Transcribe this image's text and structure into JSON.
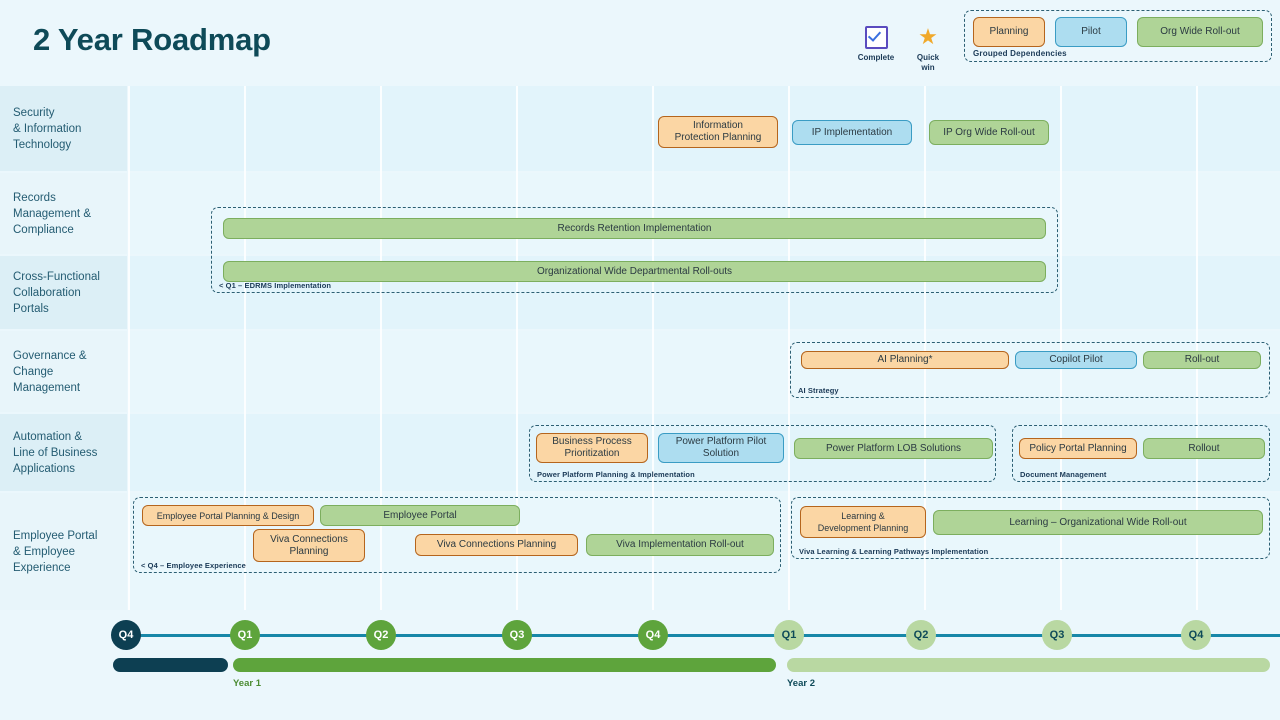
{
  "header": {
    "title": "2 Year Roadmap",
    "legend": {
      "complete_icon": "checkbox-checked-icon",
      "complete_label": "Complete",
      "quickwin_icon": "star-icon",
      "quickwin_label": "Quick\nwin",
      "quickwin_label_line1": "Quick",
      "quickwin_label_line2": "win",
      "group_note": "Grouped  Dependencies",
      "pills": [
        {
          "label": "Planning",
          "type": "plan"
        },
        {
          "label": "Pilot",
          "type": "pilot"
        },
        {
          "label": "Org Wide Roll-out",
          "type": "roll"
        }
      ]
    }
  },
  "colors": {
    "page_bg": "#EBF7FC",
    "lane_bg": "#E2F4FB",
    "lane_bg_alt": "#E9F7FC",
    "label_bg": "#DCEFF6",
    "title": "#0E4A58",
    "planning": "#FBD6A4",
    "planning_border": "#B5651D",
    "pilot": "#ADDDF0",
    "pilot_border": "#3A9CC4",
    "rollout": "#AFD497",
    "rollout_border": "#7CAE5E",
    "timeline_line": "#1787A8",
    "node_past": "#0D3F52",
    "node_year1": "#5EA43C",
    "node_year2": "#B9D8A2"
  },
  "lanes": [
    {
      "label": "Security\n& Information\nTechnology",
      "label_line1": "Security",
      "label_line2": "& Information",
      "label_line3": "Technology"
    },
    {
      "label": "Records\nManagement &\nCompliance",
      "label_line1": "Records",
      "label_line2": "Management &",
      "label_line3": "Compliance"
    },
    {
      "label": "Cross-Functional\nCollaboration\nPortals",
      "label_line1": "Cross-Functional",
      "label_line2": "Collaboration",
      "label_line3": "Portals"
    },
    {
      "label": "Governance &\nChange\nManagement",
      "label_line1": "Governance &",
      "label_line2": "Change",
      "label_line3": "Management"
    },
    {
      "label": "Automation &\nLine of Business\nApplications",
      "label_line1": "Automation &",
      "label_line2": "Line of Business",
      "label_line3": "Applications"
    },
    {
      "label": "Employee Portal\n& Employee\nExperience",
      "label_line1": "Employee Portal",
      "label_line2": "& Employee",
      "label_line3": "Experience"
    }
  ],
  "tasks": {
    "information_protection_planning": "Information\nProtection Planning",
    "information_protection_planning_l1": "Information",
    "information_protection_planning_l2": "Protection Planning",
    "ip_implementation": "IP Implementation",
    "ip_org_wide_rollout": "IP Org Wide Roll-out",
    "records_retention_implementation": "Records Retention Implementation",
    "organizational_wide_departmental_rollouts": "Organizational Wide Departmental Roll-outs",
    "ai_planning": "AI Planning*",
    "copilot_pilot": "Copilot Pilot",
    "ai_rollout": "Roll-out",
    "business_process_prioritization_l1": "Business Process",
    "business_process_prioritization_l2": "Prioritization",
    "power_platform_pilot_l1": "Power Platform Pilot",
    "power_platform_pilot_l2": "Solution",
    "power_platform_lob_solutions": "Power Platform LOB Solutions",
    "policy_portal_planning": "Policy Portal Planning",
    "policy_rollout": "Rollout",
    "employee_portal_planning_design": "Employee Portal Planning & Design",
    "employee_portal": "Employee Portal",
    "viva_connections_planning_a_l1": "Viva Connections",
    "viva_connections_planning_a_l2": "Planning",
    "viva_connections_planning_b": "Viva Connections Planning",
    "viva_implementation_rollout": "Viva Implementation Roll-out",
    "learning_development_planning_l1": "Learning &",
    "learning_development_planning_l2": "Development Planning",
    "learning_org_wide_rollout": "Learning – Organizational Wide Roll-out"
  },
  "group_captions": {
    "edrms": "< Q1  – EDRMS Implementation",
    "ai_strategy": "AI Strategy",
    "power_platform": "Power Platform Planning & Implementation",
    "document_management": "Document Management",
    "employee_experience": "< Q4  – Employee Experience",
    "viva_learning": "Viva Learning & Learning Pathways Implementation"
  },
  "timeline": {
    "nodes": [
      {
        "label": "Q4",
        "kind": "past"
      },
      {
        "label": "Q1",
        "kind": "y1"
      },
      {
        "label": "Q2",
        "kind": "y1"
      },
      {
        "label": "Q3",
        "kind": "y1"
      },
      {
        "label": "Q4",
        "kind": "y1"
      },
      {
        "label": "Q1",
        "kind": "y2"
      },
      {
        "label": "Q2",
        "kind": "y2"
      },
      {
        "label": "Q3",
        "kind": "y2"
      },
      {
        "label": "Q4",
        "kind": "y2"
      }
    ],
    "year1_label": "Year 1",
    "year2_label": "Year 2"
  }
}
